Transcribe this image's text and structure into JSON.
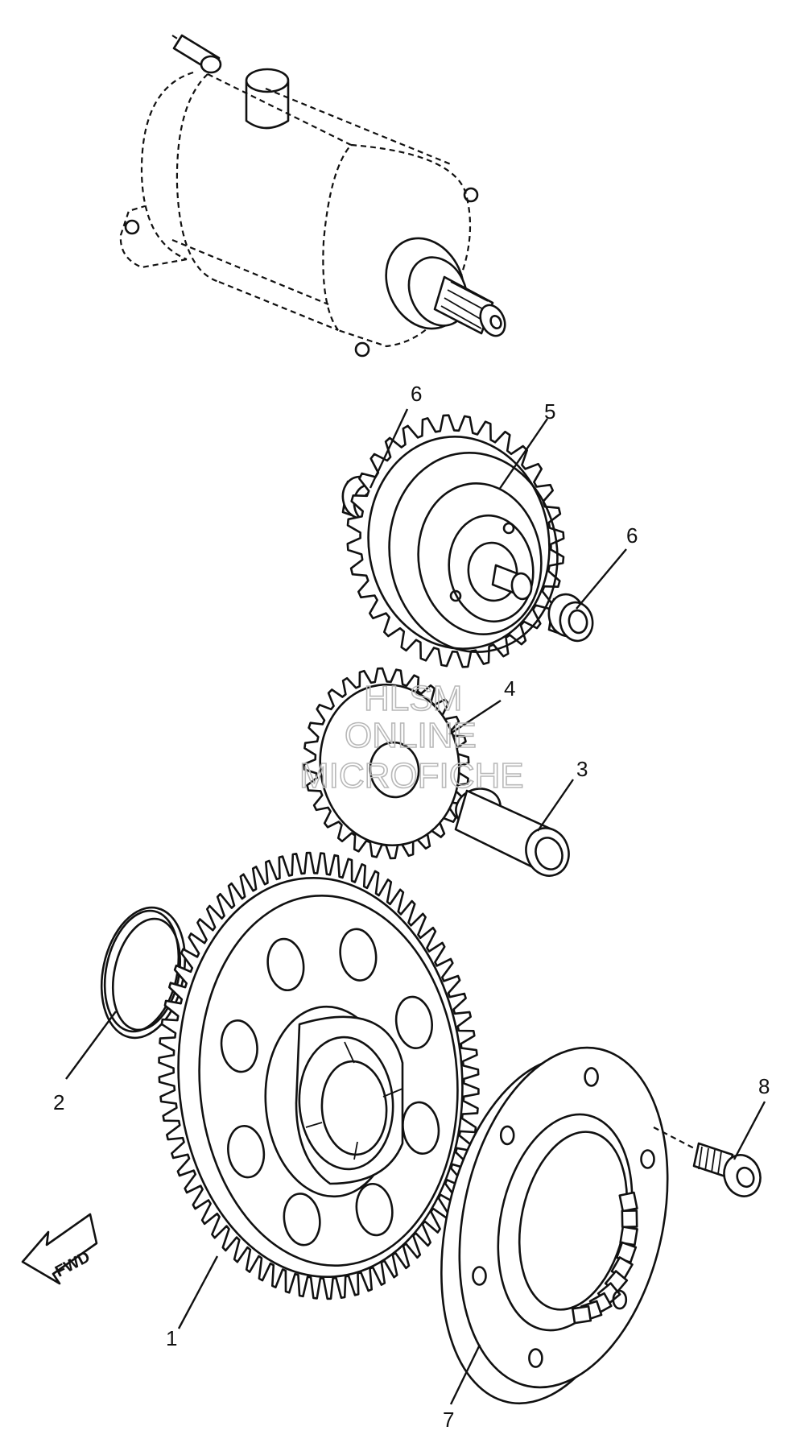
{
  "callouts": [
    "1",
    "2",
    "3",
    "4",
    "5",
    "6",
    "6",
    "7",
    "8"
  ],
  "fwd_label": "FWD",
  "watermark": [
    "HLSM",
    "ONLINE",
    "MICROFICHE"
  ]
}
